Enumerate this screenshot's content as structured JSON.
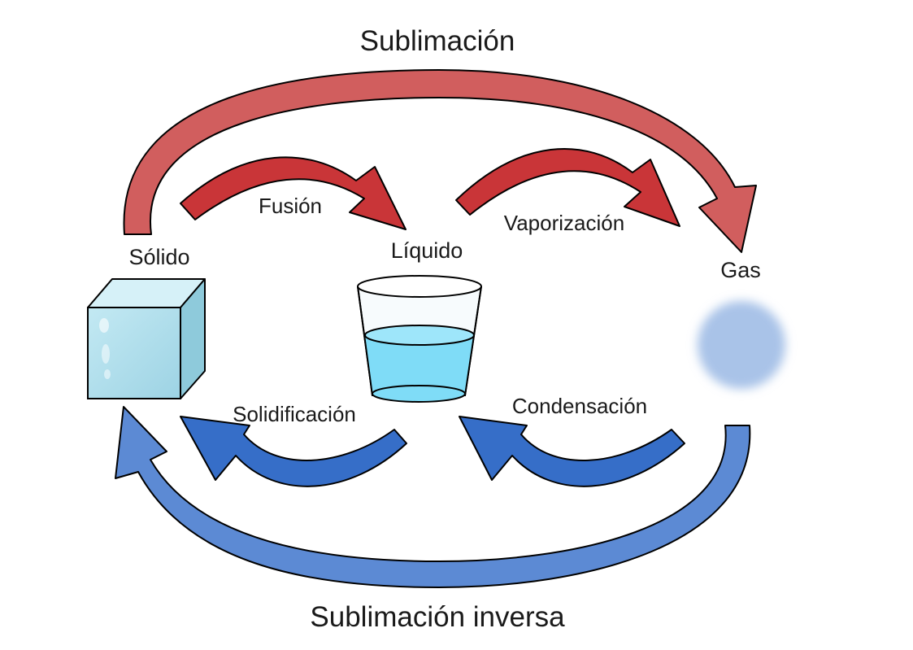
{
  "title_top": "Sublimación",
  "title_bottom": "Sublimación inversa",
  "states": {
    "solid": "Sólido",
    "liquid": "Líquido",
    "gas": "Gas"
  },
  "transitions": {
    "fusion": "Fusión",
    "vaporization": "Vaporización",
    "solidification": "Solidificación",
    "condensation": "Condensación"
  },
  "colors": {
    "sublimation_arrow": "#d15e5e",
    "heating_arrow": "#c93538",
    "cooling_arrow": "#366ec8",
    "deposition_arrow": "#5c8ad4",
    "ice": "#a9dcea",
    "water": "#7fdcf7",
    "gas": "#a9c3e8"
  },
  "icons": {
    "solid": "ice-cube-icon",
    "liquid": "water-glass-icon",
    "gas": "gas-cloud-icon"
  }
}
